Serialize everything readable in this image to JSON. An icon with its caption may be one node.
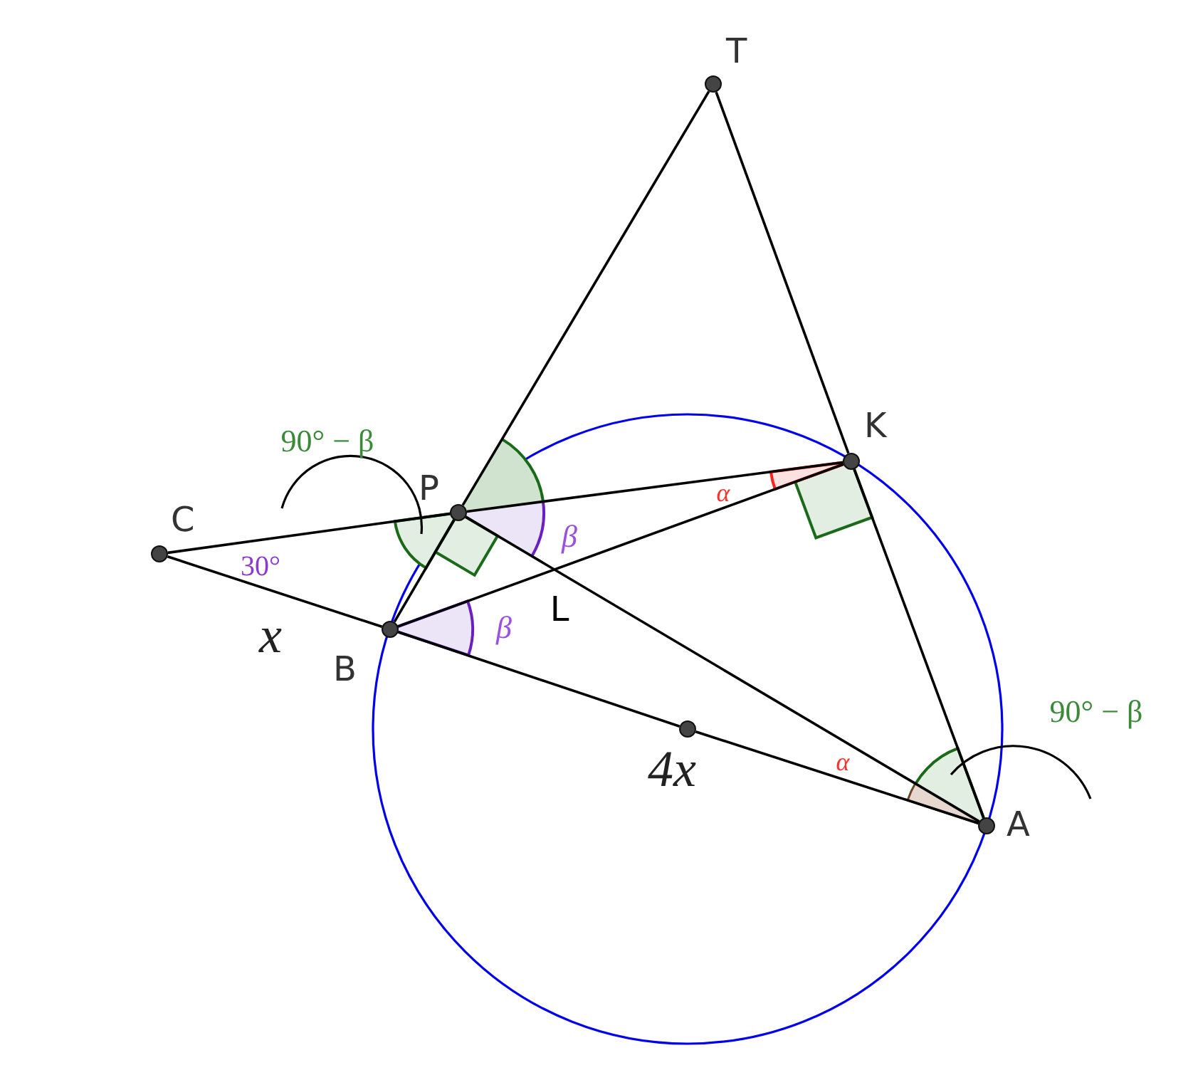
{
  "diagram": {
    "nodes": [
      {
        "text": [],
        "shape": "circle",
        "beside": [
          "T"
        ]
      },
      {
        "text": [],
        "shape": "circle",
        "beside": [
          "K"
        ]
      },
      {
        "text": [],
        "shape": "circle",
        "beside": [
          "P"
        ]
      },
      {
        "text": [],
        "shape": "circle",
        "beside": [
          "C"
        ]
      },
      {
        "text": [],
        "shape": "circle",
        "beside": [
          "B"
        ]
      },
      {
        "text": [],
        "shape": "circle"
      },
      {
        "text": [],
        "shape": "circle",
        "beside": [
          "A"
        ]
      }
    ],
    "edges": [
      {
        "from": 0,
        "to": 2,
        "arrow": "none"
      },
      {
        "from": 2,
        "to": 4,
        "arrow": "none"
      },
      {
        "from": 0,
        "to": 1,
        "arrow": "none"
      },
      {
        "from": 1,
        "to": 6,
        "arrow": "none"
      },
      {
        "from": 3,
        "to": 2,
        "arrow": "none"
      },
      {
        "from": 2,
        "to": 1,
        "arrow": "none"
      },
      {
        "from": 3,
        "to": 4,
        "arrow": "none"
      },
      {
        "from": 4,
        "to": 5,
        "arrow": "none"
      },
      {
        "from": 5,
        "to": 6,
        "arrow": "none"
      },
      {
        "from": 4,
        "to": 1,
        "arrow": "none"
      },
      {
        "from": 2,
        "to": 6,
        "arrow": "none"
      }
    ],
    "labels": [
      "90° − β",
      "α",
      "30°",
      "β",
      "L",
      "x",
      "β",
      "90° − β",
      "α",
      "4x"
    ]
  }
}
